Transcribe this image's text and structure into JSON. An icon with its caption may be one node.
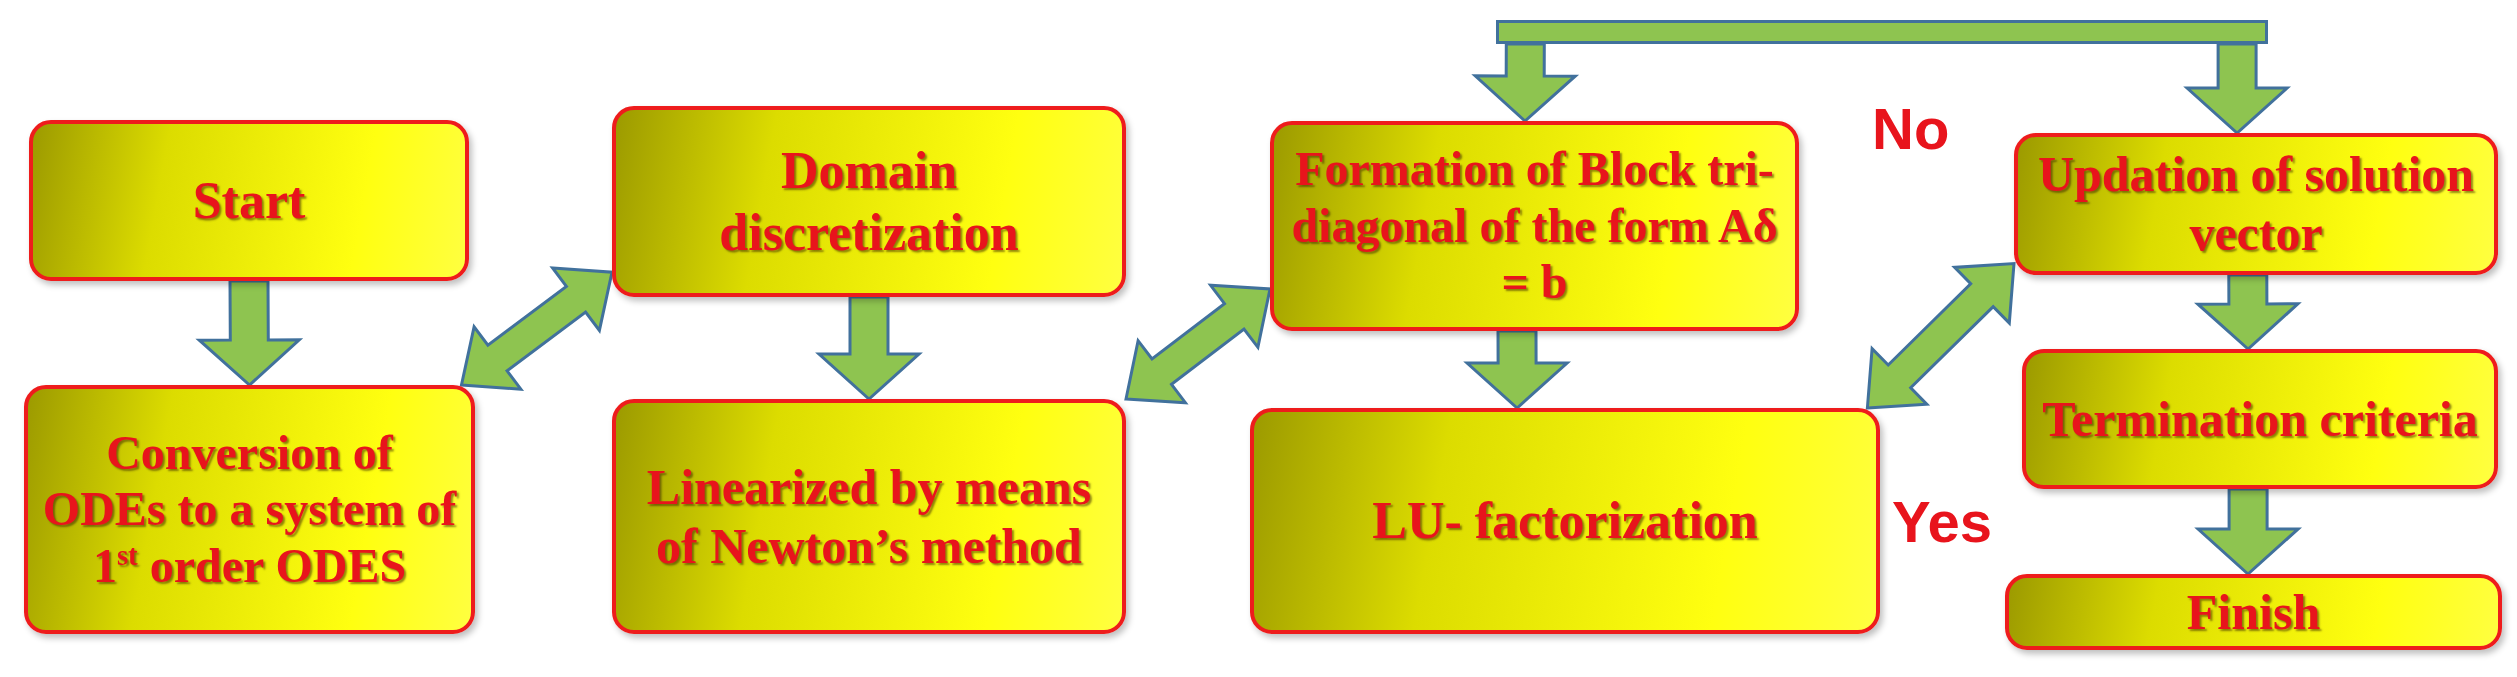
{
  "diagram": {
    "nodes": [
      {
        "text": [
          "Start"
        ]
      },
      {
        "text": [
          "Conversion of ODEs to a system of 1$^{st}$ order ODES"
        ]
      },
      {
        "text": [
          "Domain discretization"
        ]
      },
      {
        "text": [
          "Linearized by means of Newton’s method"
        ]
      },
      {
        "text": [
          "Formation of Block tri-diagonal of the form Aδ = b"
        ]
      },
      {
        "text": [
          "LU- factorization"
        ]
      },
      {
        "text": [
          "Updation of solution vector"
        ]
      },
      {
        "text": [
          "Termination criteria"
        ]
      },
      {
        "text": [
          "Finish"
        ]
      },
      {
        "text": [],
        "shape": "bar"
      }
    ],
    "edges": [
      {
        "from": 0,
        "to": 1,
        "arrow": "to"
      },
      {
        "from": 1,
        "to": 2,
        "arrow": "both"
      },
      {
        "from": 2,
        "to": 3,
        "arrow": "to"
      },
      {
        "from": 3,
        "to": 4,
        "arrow": "both"
      },
      {
        "from": 4,
        "to": 5,
        "arrow": "to"
      },
      {
        "from": 5,
        "to": 6,
        "arrow": "both"
      },
      {
        "from": 6,
        "to": 7,
        "arrow": "to"
      },
      {
        "from": 7,
        "to": 8,
        "arrow": "to"
      },
      {
        "from": 9,
        "to": 4,
        "arrow": "to"
      },
      {
        "from": 9,
        "to": 6,
        "arrow": "to"
      }
    ],
    "labels": [
      "No",
      "Yes"
    ]
  }
}
